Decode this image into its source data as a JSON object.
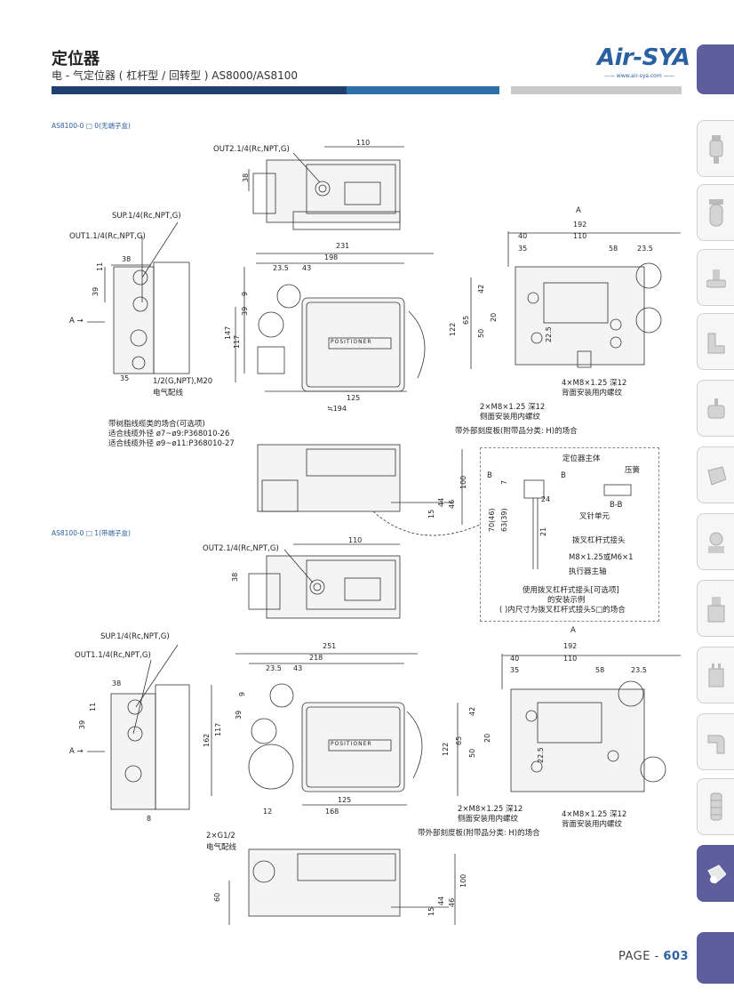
{
  "header": {
    "title": "定位器",
    "subtitle": "电 - 气定位器 ( 杠杆型 / 回转型 ) AS8000/AS8100",
    "brand": "Air-SYA",
    "brand_url": "www.air-sya.com"
  },
  "sections": {
    "s1": "AS8100-0 □ 0(无端子盒)",
    "s2": "AS8100-0 □ 1(带端子盒)"
  },
  "top_diagram": {
    "out2": "OUT2.1/4(Rc,NPT,G)",
    "d110": "110",
    "d38": "38",
    "sup": "SUP.1/4(Rc,NPT,G)",
    "out1": "OUT1.1/4(Rc,NPT,G)",
    "d38b": "38",
    "d11": "11",
    "d39": "39",
    "arrow_a": "A",
    "d35": "35",
    "conduit": "1/2(G,NPT),M20",
    "conduit2": "电气配线",
    "d231": "231",
    "d198": "198",
    "d23_5": "23.5",
    "d43": "43",
    "d9": "9",
    "d39b": "39",
    "d147": "147",
    "d117": "117",
    "d125": "125",
    "d194": "≒194",
    "resin1": "带树脂线缆类的场合(可选项)",
    "resin2": "适合线缆外径 ø7~ø9:P368010-26",
    "resin3": "适合线缆外径 ø9~ø11:P368010-27",
    "scale_plate": "带外部刻度板(附带品分类: H)的场合",
    "d100": "100",
    "d44": "44",
    "d46": "46",
    "d15": "15"
  },
  "top_right": {
    "a": "A",
    "d192": "192",
    "d40": "40",
    "d110": "110",
    "d35": "35",
    "d58": "58",
    "d23_5": "23.5",
    "d42": "42",
    "d122": "122",
    "d65": "65",
    "d20": "20",
    "d50": "50",
    "d22_5": "22.5",
    "side_screw": "2×M8×1.25 深12",
    "side_screw2": "侧面安装用内螺纹",
    "back_screw": "4×M8×1.25 深12",
    "back_screw2": "背面安装用内螺纹"
  },
  "detail": {
    "body": "定位器主体",
    "spring": "压簧",
    "b1": "B",
    "b2": "B",
    "bb": "B-B",
    "d7": "7",
    "d70": "70(46)",
    "d63": "63(39)",
    "d24": "24",
    "d21": "21",
    "fork": "叉针单元",
    "lever": "拨叉杠杆式接头",
    "thread": "M8×1.25或M6×1",
    "shaft": "执行器主轴",
    "note1": "使用拨叉杠杆式接头[可选项]",
    "note2": "的安装示例",
    "note3": "(      )内尺寸为拨叉杠杆式接头S□的场合"
  },
  "bottom_diagram": {
    "out2": "OUT2.1/4(Rc,NPT,G)",
    "d110": "110",
    "d38": "38",
    "sup": "SUP.1/4(Rc,NPT,G)",
    "out1": "OUT1.1/4(Rc,NPT,G)",
    "d38b": "38",
    "d11": "11",
    "d39": "39",
    "arrow_a": "A",
    "d8": "8",
    "d251": "251",
    "d218": "218",
    "d23_5": "23.5",
    "d43": "43",
    "d9": "9",
    "d39b": "39",
    "d162": "162",
    "d117": "117",
    "d125": "125",
    "d168": "168",
    "d12": "12",
    "conduit": "2×G1/2",
    "conduit2": "电气配线",
    "d60": "60",
    "d100": "100",
    "d44": "44",
    "d46": "46",
    "d15": "15",
    "scale_plate": "带外部刻度板(附带品分类: H)的场合"
  },
  "bottom_right": {
    "a": "A",
    "d192": "192",
    "d40": "40",
    "d110": "110",
    "d35": "35",
    "d58": "58",
    "d23_5": "23.5",
    "d42": "42",
    "d122": "122",
    "d65": "65",
    "d20": "20",
    "d50": "50",
    "d22_5": "22.5",
    "side_screw": "2×M8×1.25 深12",
    "side_screw2": "侧面安装用内螺纹",
    "back_screw": "4×M8×1.25 深12",
    "back_screw2": "背面安装用内螺纹"
  },
  "positioner_label": "POSITIONER",
  "footer": {
    "page_prefix": "PAGE - ",
    "page_number": "603"
  },
  "icons": [
    "filter-icon",
    "cylinder-filter-icon",
    "valve-icon",
    "pipe-fitting-icon",
    "pressure-switch-icon",
    "solenoid-icon",
    "regulator-icon",
    "manifold-icon",
    "actuator-icon",
    "elbow-icon",
    "silencer-icon",
    "positioner-icon"
  ],
  "colors": {
    "navy": "#1f3f6e",
    "blue": "#2d6fa8",
    "accent": "#5c5f9c",
    "gray": "#c9c9c9"
  }
}
